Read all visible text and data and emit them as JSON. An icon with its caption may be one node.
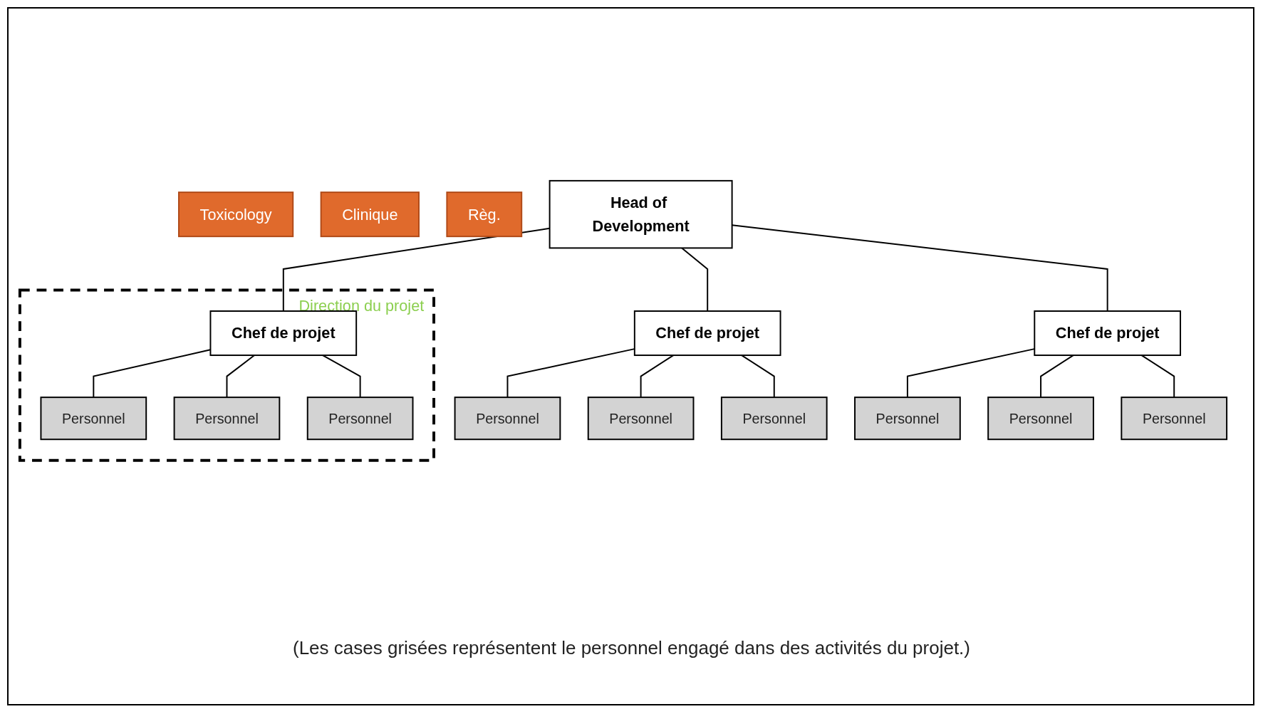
{
  "diagram": {
    "caption": "(Les cases grisées représentent le personnel engagé dans des activités du projet.)",
    "nodes": [
      {
        "text": [
          "Head of Development"
        ]
      },
      {
        "text": [
          "Direction du projet"
        ]
      },
      {
        "text": [
          "Chef de projet"
        ],
        "in": 1
      },
      {
        "text": [
          "Chef de projet"
        ]
      },
      {
        "text": [
          "Chef de projet"
        ]
      },
      {
        "text": [
          "Personnel"
        ],
        "in": 1
      },
      {
        "text": [
          "Personnel"
        ],
        "in": 1
      },
      {
        "text": [
          "Personnel"
        ],
        "in": 1
      },
      {
        "text": [
          "Personnel"
        ]
      },
      {
        "text": [
          "Personnel"
        ]
      },
      {
        "text": [
          "Personnel"
        ]
      },
      {
        "text": [
          "Personnel"
        ]
      },
      {
        "text": [
          "Personnel"
        ]
      },
      {
        "text": [
          "Personnel"
        ]
      },
      {
        "text": [
          "Toxicology"
        ]
      },
      {
        "text": [
          "Clinique"
        ]
      },
      {
        "text": [
          "Règ."
        ]
      }
    ],
    "edges": [
      {
        "from": 0,
        "to": 2,
        "arrow": "none"
      },
      {
        "from": 0,
        "to": 3,
        "arrow": "none"
      },
      {
        "from": 0,
        "to": 4,
        "arrow": "none"
      },
      {
        "from": 2,
        "to": 5,
        "arrow": "none"
      },
      {
        "from": 2,
        "to": 6,
        "arrow": "none"
      },
      {
        "from": 2,
        "to": 7,
        "arrow": "none"
      },
      {
        "from": 3,
        "to": 8,
        "arrow": "none"
      },
      {
        "from": 3,
        "to": 9,
        "arrow": "none"
      },
      {
        "from": 3,
        "to": 10,
        "arrow": "none"
      },
      {
        "from": 4,
        "to": 11,
        "arrow": "none"
      },
      {
        "from": 4,
        "to": 12,
        "arrow": "none"
      },
      {
        "from": 4,
        "to": 13,
        "arrow": "none"
      }
    ]
  }
}
